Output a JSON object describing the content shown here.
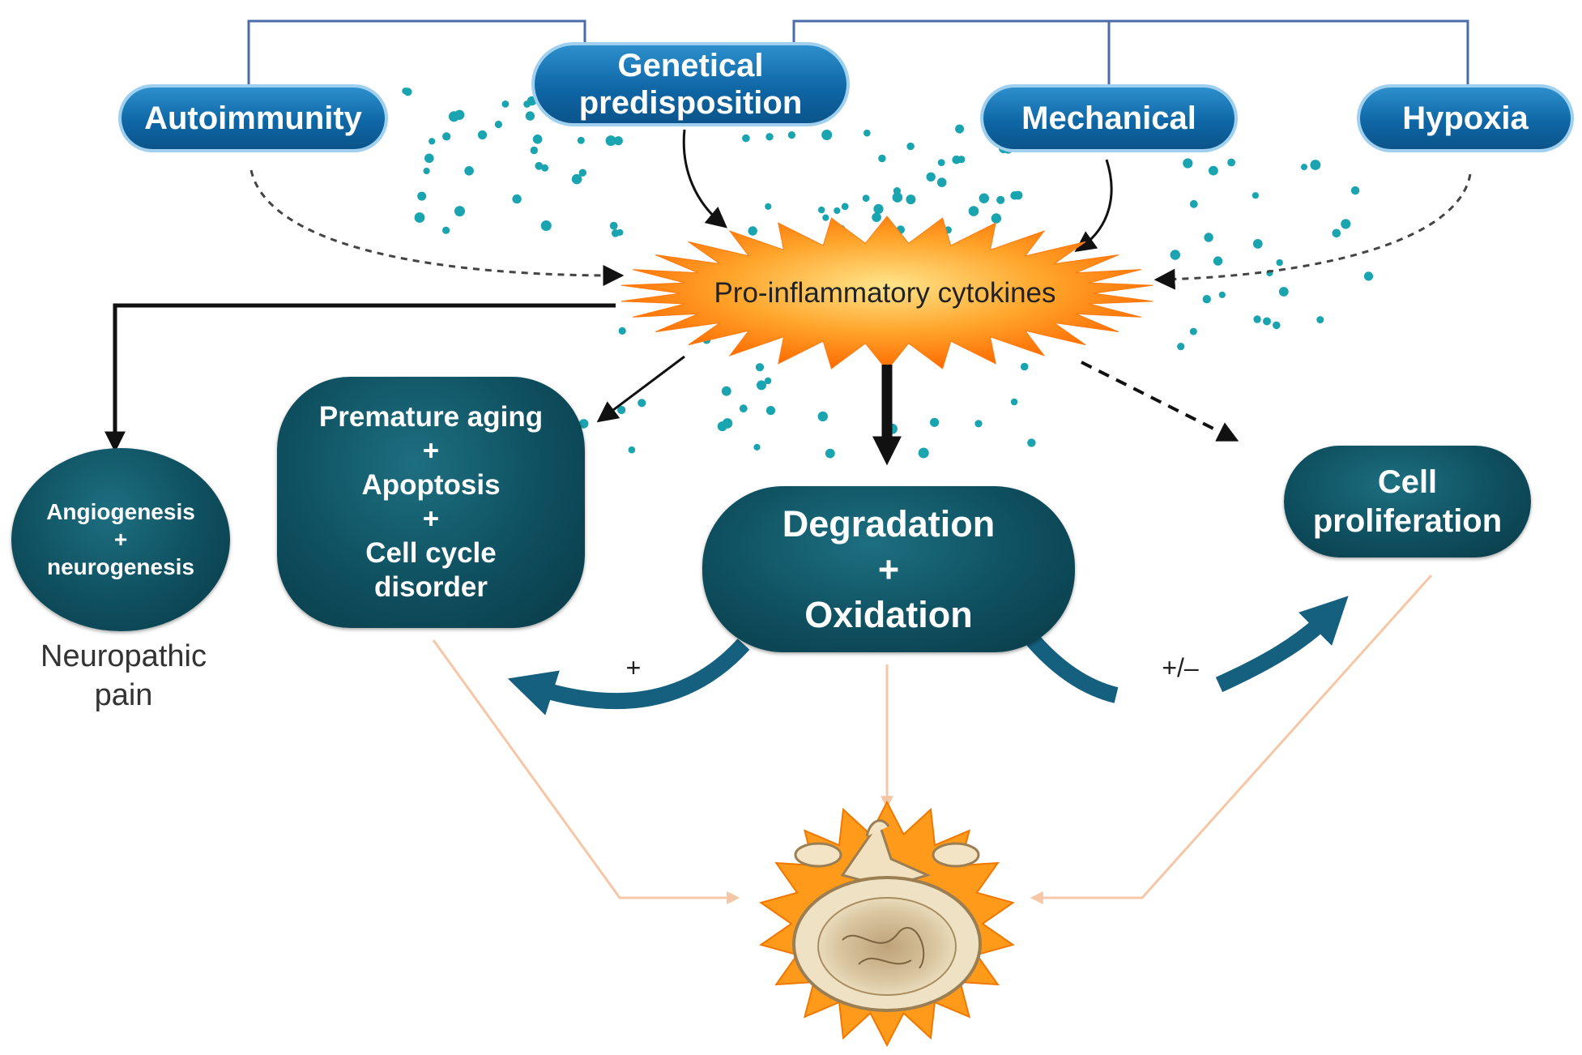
{
  "causes": {
    "autoimmunity": "Autoimmunity",
    "genetical_line1": "Genetical",
    "genetical_line2": "predisposition",
    "mechanical": "Mechanical",
    "hypoxia": "Hypoxia"
  },
  "center": {
    "label": "Pro-inflammatory cytokines"
  },
  "effects": {
    "angiogenesis": [
      "Angiogenesis",
      "+",
      "neurogenesis"
    ],
    "neuropathic": [
      "Neuropathic",
      "pain"
    ],
    "aging": [
      "Premature aging",
      "+",
      "Apoptosis",
      "+",
      "Cell cycle",
      "disorder"
    ],
    "degradation": [
      "Degradation",
      "+",
      "Oxidation"
    ],
    "proliferation": [
      "Cell",
      "proliferation"
    ]
  },
  "signs": {
    "plus": "+",
    "plus_minus": "+/–"
  },
  "colors": {
    "cause_blue": "#0f67a6",
    "effect_teal": "#0e4f5f",
    "burst_orange": "#ff8a1a",
    "dot_teal": "#1aa4b0",
    "curve_blue": "#14607e",
    "peach_line": "#f5c7a6"
  }
}
